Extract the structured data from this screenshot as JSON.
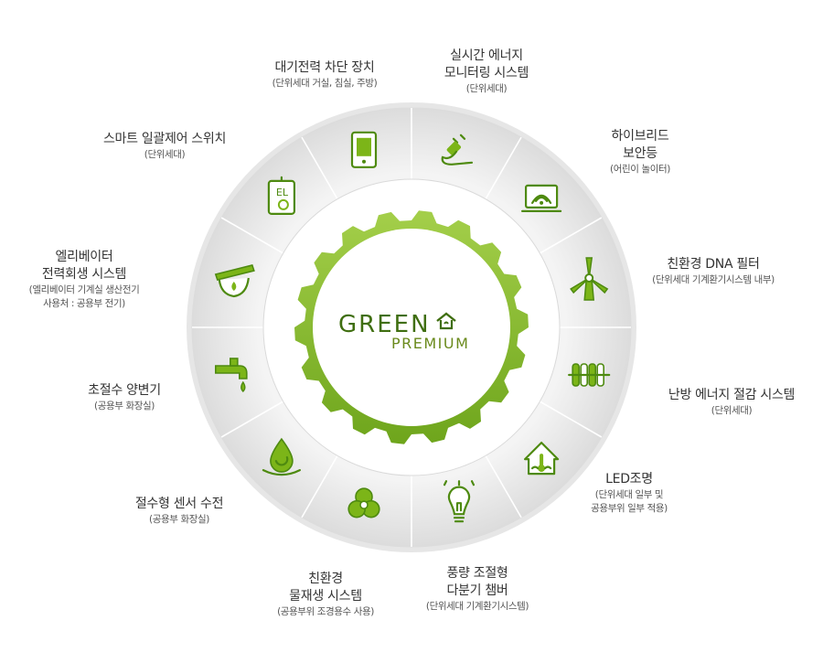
{
  "logo": {
    "brand": "GREEN",
    "sub": "PREMIUM"
  },
  "items": [
    {
      "title": [
        "대기전력 차단 장치"
      ],
      "sub": [
        "(단위세대 거실, 침실, 주방)"
      ],
      "icon": "power-plug-icon"
    },
    {
      "title": [
        "실시간 에너지",
        "모니터링 시스템"
      ],
      "sub": [
        "(단위세대)"
      ],
      "icon": "monitor-wifi-icon"
    },
    {
      "title": [
        "하이브리드",
        "보안등"
      ],
      "sub": [
        "(어린이 놀이터)"
      ],
      "icon": "wind-turbine-icon"
    },
    {
      "title": [
        "친환경 DNA 필터"
      ],
      "sub": [
        "(단위세대 기계환기시스템 내부)"
      ],
      "icon": "dna-filter-icon"
    },
    {
      "title": [
        "난방 에너지 절감 시스템"
      ],
      "sub": [
        "(단위세대)"
      ],
      "icon": "house-thermometer-icon"
    },
    {
      "title": [
        "LED조명"
      ],
      "sub": [
        "(단위세대 일부 및",
        "공용부위 일부 적용)"
      ],
      "icon": "light-bulb-icon"
    },
    {
      "title": [
        "풍량 조절형",
        "다분기 챔버"
      ],
      "sub": [
        "(단위세대 기계환기시스템)"
      ],
      "icon": "fan-icon"
    },
    {
      "title": [
        "친환경",
        "물재생 시스템"
      ],
      "sub": [
        "(공용부위 조경용수 사용)"
      ],
      "icon": "water-recycle-icon"
    },
    {
      "title": [
        "절수형 센서 수전"
      ],
      "sub": [
        "(공용부 화장실)"
      ],
      "icon": "faucet-icon"
    },
    {
      "title": [
        "초절수 양변기"
      ],
      "sub": [
        "(공용부 화장실)"
      ],
      "icon": "toilet-icon"
    },
    {
      "title": [
        "엘리베이터",
        "전력회생 시스템"
      ],
      "sub": [
        "(엘리베이터 기계실 생산전기",
        "사용처 : 공용부 전기)"
      ],
      "icon": "elevator-icon"
    },
    {
      "title": [
        "스마트 일괄제어 스위치"
      ],
      "sub": [
        "(단위세대)"
      ],
      "icon": "smart-switch-icon"
    }
  ],
  "colors": {
    "green": "#7cb518",
    "dark_green": "#3f6e10",
    "ring_gray": "#e4e4e4"
  }
}
